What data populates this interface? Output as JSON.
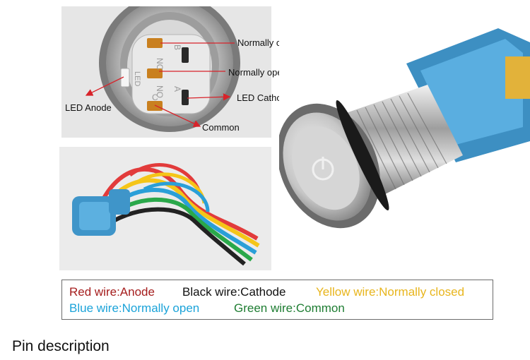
{
  "pin_photo": {
    "connector_marks": [
      "NC",
      "NO",
      "C",
      "LED",
      "B",
      "A"
    ],
    "callouts": {
      "normally_closed": "Normally closed",
      "normally_open": "Normally open",
      "led_cathode": "LED Cathode",
      "led_anode": "LED Anode",
      "common": "Common"
    },
    "arrow_color": "#d8232a"
  },
  "legend": {
    "red_wire": {
      "text": "Red wire:Anode",
      "color": "#a51d1d"
    },
    "black_wire": {
      "text": "Black wire:Cathode",
      "color": "#111111"
    },
    "yellow_wire": {
      "text": "Yellow wire:Normally closed",
      "color": "#e8b51c"
    },
    "blue_wire": {
      "text": "Blue wire:Normally open",
      "color": "#1ba3d9"
    },
    "green_wire": {
      "text": "Green wire:Common",
      "color": "#1e7d32"
    }
  },
  "section_title": "Pin description"
}
